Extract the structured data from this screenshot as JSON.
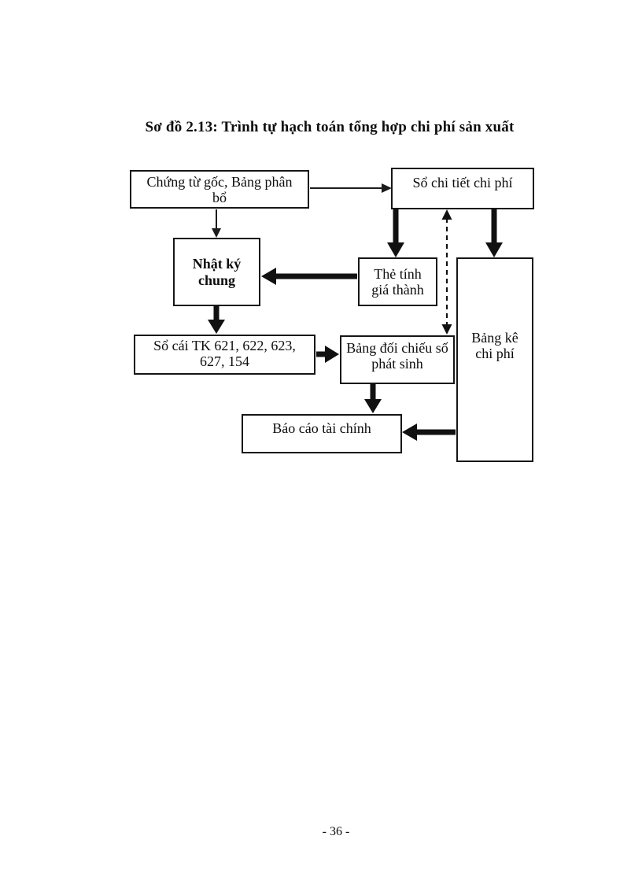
{
  "page": {
    "title": "Sơ đồ 2.13: Trình tự hạch toán tổng hợp chi phí sản xuất",
    "page_number": "- 36 -"
  },
  "diagram": {
    "nodes": {
      "chung_tu_goc": "Chứng từ gốc, Bảng phân bổ",
      "so_chi_tiet_chi_phi": "Sổ chi tiết chi phí",
      "nhat_ky_chung": "Nhật ký chung",
      "the_tinh_gia_thanh": "Thẻ tính giá thành",
      "bang_ke_chi_phi": "Bảng kê chi phí",
      "so_cai_tk": "Sổ cái TK 621, 622, 623, 627, 154",
      "bang_doi_chieu": "Bảng đối chiếu số phát sinh",
      "bao_cao_tai_chinh": "Báo cáo tài chính"
    },
    "edges": [
      {
        "from": "chung_tu_goc",
        "to": "so_chi_tiet_chi_phi",
        "style": "thin-solid",
        "direction": "right"
      },
      {
        "from": "chung_tu_goc",
        "to": "nhat_ky_chung",
        "style": "thin-solid",
        "direction": "down"
      },
      {
        "from": "so_chi_tiet_chi_phi",
        "to": "the_tinh_gia_thanh",
        "style": "thick-solid",
        "direction": "down"
      },
      {
        "from": "so_chi_tiet_chi_phi",
        "to": "bang_ke_chi_phi",
        "style": "thick-solid",
        "direction": "down"
      },
      {
        "from": "so_chi_tiet_chi_phi",
        "to": "bang_doi_chieu",
        "style": "dashed",
        "direction": "both"
      },
      {
        "from": "the_tinh_gia_thanh",
        "to": "nhat_ky_chung",
        "style": "thick-solid",
        "direction": "left"
      },
      {
        "from": "nhat_ky_chung",
        "to": "so_cai_tk",
        "style": "thick-solid",
        "direction": "down"
      },
      {
        "from": "so_cai_tk",
        "to": "bang_doi_chieu",
        "style": "thick-solid",
        "direction": "right"
      },
      {
        "from": "bang_doi_chieu",
        "to": "bao_cao_tai_chinh",
        "style": "thick-solid",
        "direction": "down"
      },
      {
        "from": "bang_ke_chi_phi",
        "to": "bao_cao_tai_chinh",
        "style": "thick-solid",
        "direction": "left"
      }
    ]
  }
}
